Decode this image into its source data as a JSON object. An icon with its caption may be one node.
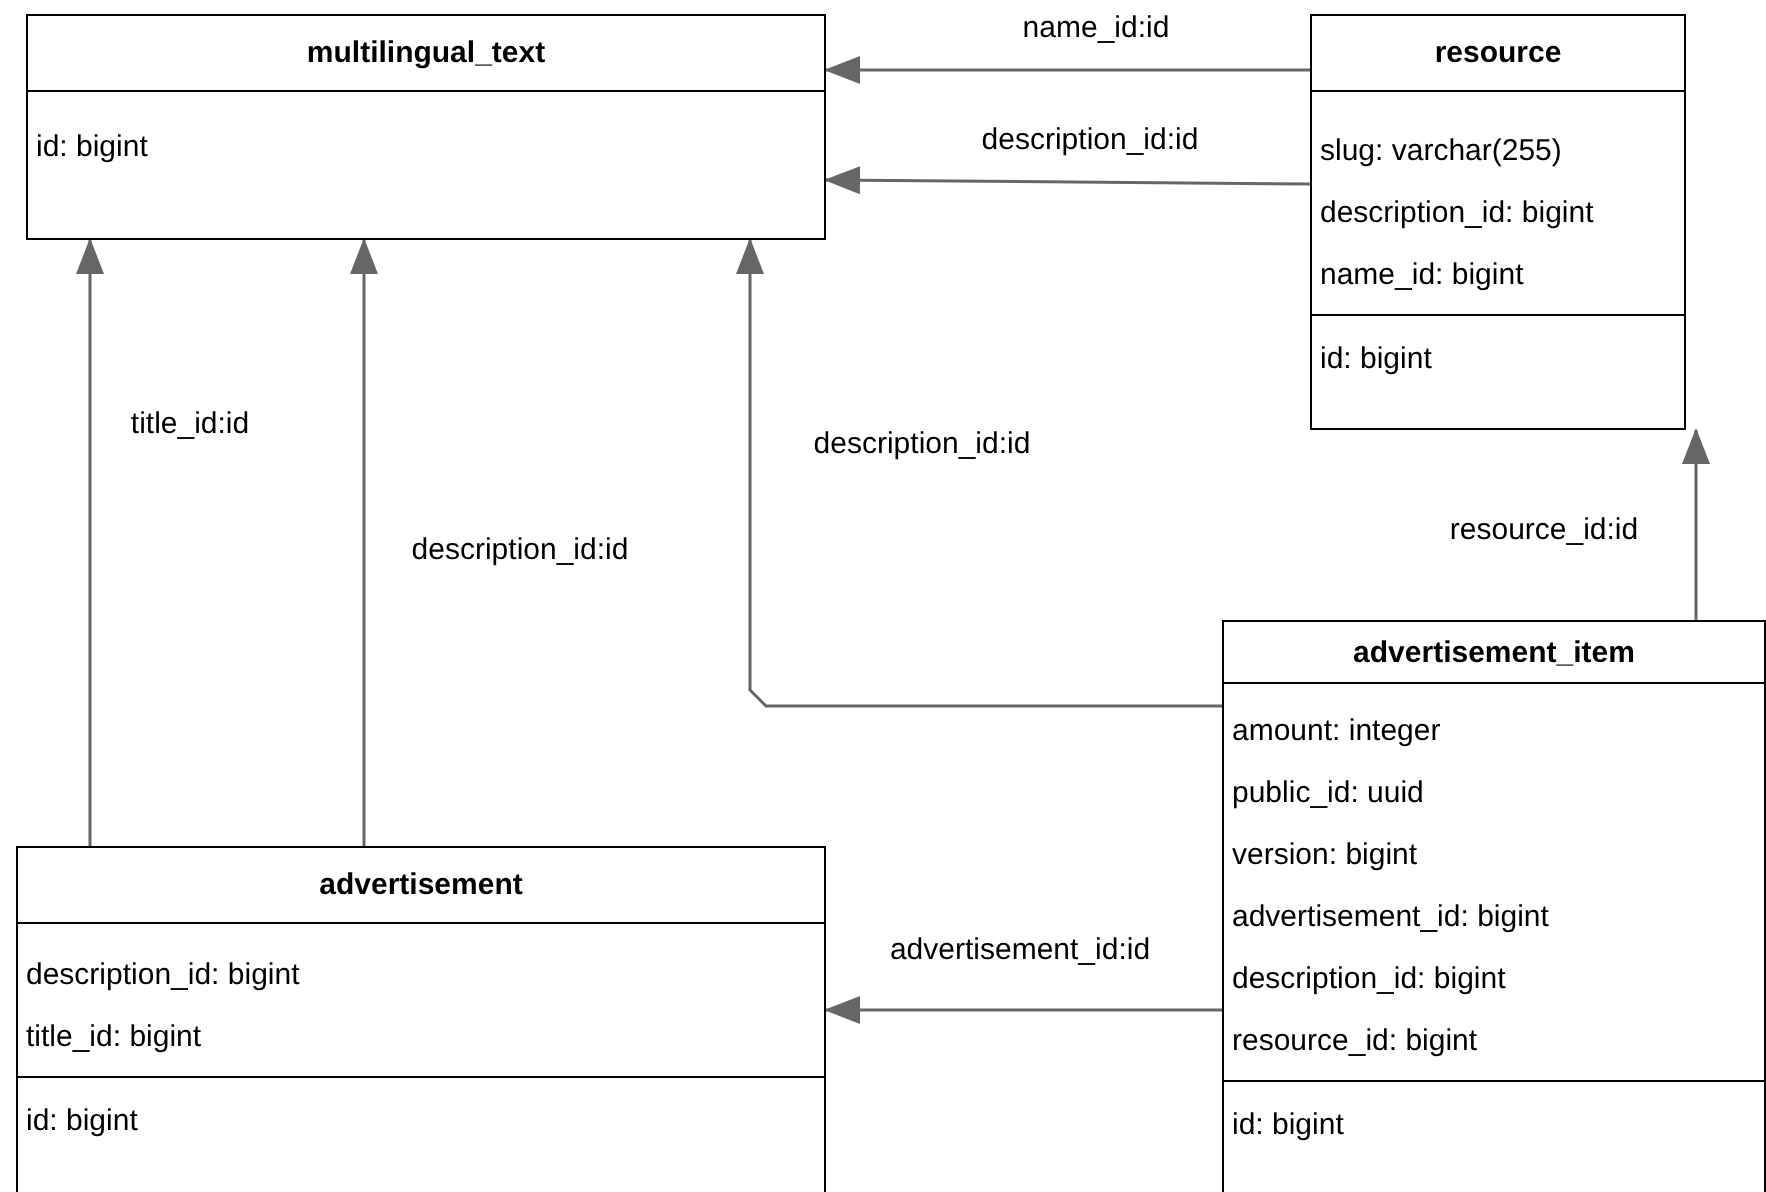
{
  "diagram": {
    "nodes": [
      {
        "text": [
          "multilingual_text",
          "id: bigint"
        ]
      },
      {
        "text": [
          "resource",
          "slug: varchar(255)",
          "description_id: bigint",
          "name_id: bigint",
          "id: bigint"
        ]
      },
      {
        "text": [
          "advertisement_item",
          "amount: integer",
          "public_id: uuid",
          "version: bigint",
          "advertisement_id: bigint",
          "description_id: bigint",
          "resource_id: bigint",
          "id: bigint"
        ]
      },
      {
        "text": [
          "advertisement",
          "description_id: bigint",
          "title_id: bigint",
          "id: bigint"
        ]
      }
    ],
    "edges": [
      {
        "from": 1,
        "to": 0,
        "arrow": "to",
        "label": "name_id:id"
      },
      {
        "from": 1,
        "to": 0,
        "arrow": "to",
        "label": "description_id:id"
      },
      {
        "from": 3,
        "to": 0,
        "arrow": "to",
        "label": "title_id:id"
      },
      {
        "from": 3,
        "to": 0,
        "arrow": "to",
        "label": "description_id:id"
      },
      {
        "from": 2,
        "to": 0,
        "arrow": "to",
        "label": "description_id:id"
      },
      {
        "from": 2,
        "to": 1,
        "arrow": "to",
        "label": "resource_id:id"
      },
      {
        "from": 2,
        "to": 3,
        "arrow": "to",
        "label": "advertisement_id:id"
      }
    ]
  }
}
